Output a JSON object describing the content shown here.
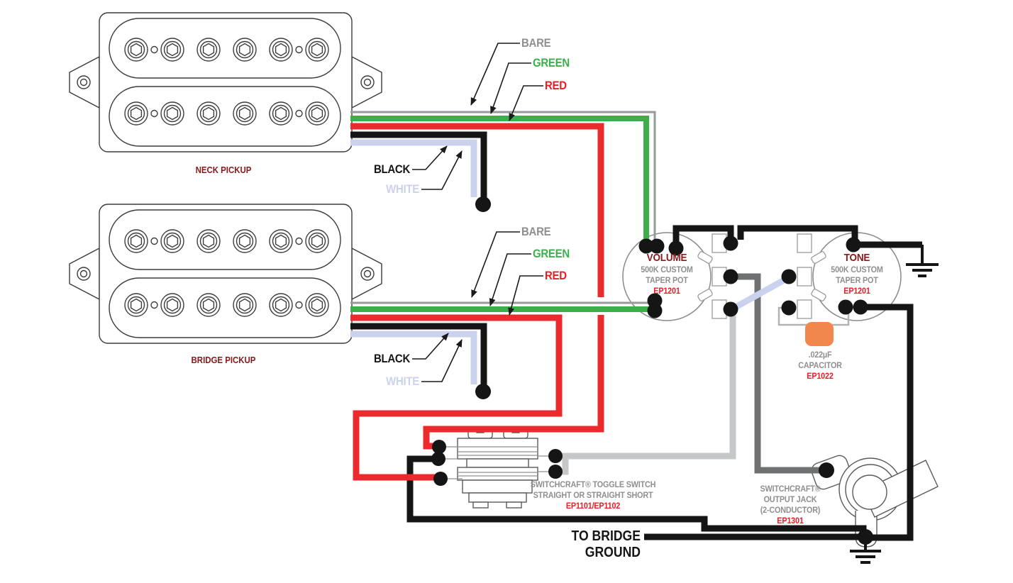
{
  "labels": {
    "bare": "BARE",
    "green": "GREEN",
    "red": "RED",
    "black": "BLACK",
    "white": "WHITE"
  },
  "pickups": {
    "neck": "NECK PICKUP",
    "bridge": "BRIDGE PICKUP"
  },
  "volume_pot": {
    "name": "VOLUME",
    "spec_line1": "500K CUSTOM",
    "spec_line2": "TAPER POT",
    "part_number": "EP1201"
  },
  "tone_pot": {
    "name": "TONE",
    "spec_line1": "500K CUSTOM",
    "spec_line2": "TAPER POT",
    "part_number": "EP1201"
  },
  "capacitor": {
    "value": ".022µF",
    "type": "CAPACITOR",
    "part_number": "EP1022"
  },
  "toggle_switch": {
    "name_line1": "SWITCHCRAFT® TOGGLE SWITCH",
    "name_line2": "STRAIGHT OR STRAIGHT SHORT",
    "part_number": "EP1101/EP1102"
  },
  "output_jack": {
    "name_line1": "SWITCHCRAFT®",
    "name_line2": "OUTPUT JACK",
    "name_line3": "(2-CONDUCTOR)",
    "part_number": "EP1301"
  },
  "annotations": {
    "bridge_ground": "TO BRIDGE GROUND"
  },
  "colors": {
    "red_wire": "#EA2A2D",
    "green_wire": "#3CAE4A",
    "bare_wire": "#97999C",
    "white_wire": "#CBD2ED",
    "black_wire": "#151515",
    "light_gray_wire": "#C6C7C9",
    "dark_gray_wire": "#6F7072",
    "outline": "#3C3C3C",
    "pot_outline": "#8A8A8A",
    "dark_red_text": "#8B181B",
    "gray_text": "#8D8F92",
    "part_red_text": "#EC1C24",
    "capacitor_orange": "#F0884E"
  }
}
